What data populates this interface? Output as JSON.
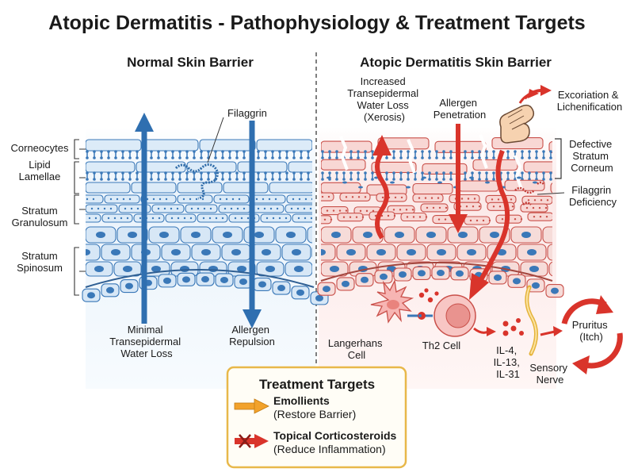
{
  "title": "Atopic Dermatitis - Pathophysiology & Treatment Targets",
  "normal": {
    "heading": "Normal Skin Barrier",
    "filaggrin": "Filaggrin",
    "layers": [
      [
        "Corneocytes"
      ],
      [
        "Lipid",
        "Lamellae"
      ],
      [
        "Stratum",
        "Granulosum"
      ],
      [
        "Stratum",
        "Spinosum"
      ]
    ],
    "water_loss": [
      "Minimal",
      "Transepidermal",
      "Water Loss"
    ],
    "allergen": [
      "Allergen",
      "Repulsion"
    ]
  },
  "ad": {
    "heading": "Atopic Dermatitis Skin Barrier",
    "water_loss": [
      "Increased",
      "Transepidermal",
      "Water Loss",
      "(Xerosis)"
    ],
    "allergen": [
      "Allergen",
      "Penetration"
    ],
    "excoriation": [
      "Excoriation &",
      "Lichenification"
    ],
    "defective": [
      "Defective",
      "Stratum",
      "Corneum"
    ],
    "filaggrin_def": [
      "Filaggrin",
      "Deficiency"
    ],
    "langerhans": [
      "Langerhans",
      "Cell"
    ],
    "th2": "Th2 Cell",
    "cytokines": [
      "IL-4,",
      "IL-13,",
      "IL-31"
    ],
    "sensory": [
      "Sensory",
      "Nerve"
    ],
    "pruritus": [
      "Pruritus",
      "(Itch)"
    ]
  },
  "treatment": {
    "heading": "Treatment Targets",
    "items": [
      {
        "name": "Emollients",
        "desc": "(Restore Barrier)",
        "icon": "orange-arrow-icon"
      },
      {
        "name": "Topical Corticosteroids",
        "desc": "(Reduce Inflammation)",
        "icon": "red-crossed-arrow-icon"
      }
    ]
  },
  "colors": {
    "normal_blue": "#3a78b8",
    "ad_red": "#d9342b",
    "emollient_orange": "#f2a22b",
    "box_border": "#e8b84a"
  }
}
